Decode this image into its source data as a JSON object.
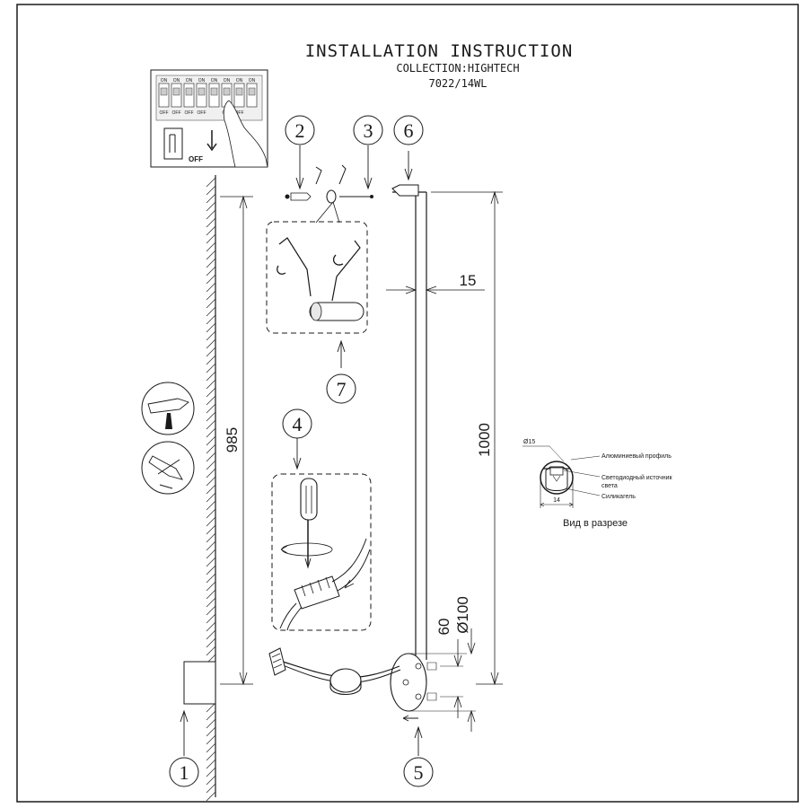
{
  "header": {
    "title": "INSTALLATION INSTRUCTION",
    "collection": "COLLECTION:HIGHTECH",
    "model": "7022/14WL"
  },
  "switch_panel": {
    "on_label": "ON",
    "off_label": "OFF",
    "on_labels": [
      "ON",
      "ON",
      "ON",
      "ON",
      "ON",
      "ON",
      "ON",
      "ON"
    ],
    "off_labels": [
      "OFF",
      "OFF",
      "OFF",
      "OFF",
      "",
      "OFF",
      "OFF",
      ""
    ],
    "main_off": "OFF"
  },
  "callouts": {
    "c1": "1",
    "c2": "2",
    "c3": "3",
    "c4": "4",
    "c5": "5",
    "c6": "6",
    "c7": "7"
  },
  "dimensions": {
    "wall_height": "985",
    "length": "1000",
    "width": "15",
    "base_offset": "60",
    "base_diameter": "Ø100"
  },
  "cross_section": {
    "diameter": "Ø15",
    "width": "14",
    "label_profile": "Алюминиевый профиль",
    "label_led_1": "Светодиодный источник",
    "label_led_2": "света",
    "label_silicone": "Силикагель",
    "caption": "Вид в разрезе"
  },
  "colors": {
    "line": "#1a1a1a",
    "wall_hatch": "#333333",
    "background": "#ffffff",
    "panel_fill": "#e8e8e8"
  }
}
